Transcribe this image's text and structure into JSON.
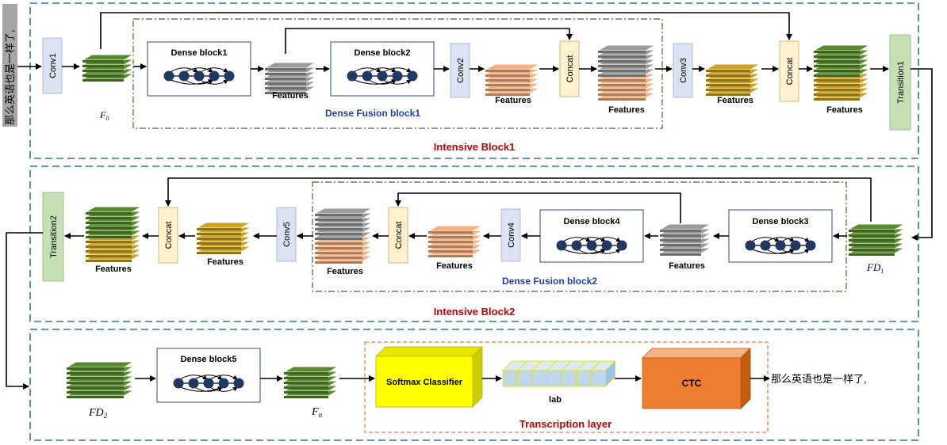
{
  "input_text": "那么英语也是一样了,",
  "output_text": "那么英语也是一样了,",
  "f0": "F",
  "f0_sub": "0",
  "fd1": "FD",
  "fd1_sub": "1",
  "fd2": "FD",
  "fd2_sub": "2",
  "fn": "F",
  "fn_sub": "n",
  "row1": {
    "conv1": "Conv1",
    "dense_block1": "Dense block1",
    "dense_block2": "Dense block2",
    "conv2": "Conv2",
    "concat_a": "Concat",
    "conv3": "Conv3",
    "concat_b": "Concat",
    "transition1": "Transition1",
    "features_1": "Features",
    "features_2": "Features",
    "features_3": "Features",
    "features_4": "Features",
    "features_5": "Features",
    "fusion_label": "Dense Fusion block1",
    "section_label": "Intensive Block1"
  },
  "row2": {
    "transition2": "Transition2",
    "concat_a": "Concat",
    "conv5": "Conv5",
    "concat_b": "Concat",
    "conv4": "Conv4",
    "dense_block4": "Dense block4",
    "dense_block3": "Dense block3",
    "features_1": "Features",
    "features_2": "Features",
    "features_3": "Features",
    "features_4": "Features",
    "features_5": "Features",
    "fusion_label": "Dense Fusion block2",
    "section_label": "Intensive Block2"
  },
  "row3": {
    "dense_block5": "Dense block5",
    "softmax": "Softmax Classifier",
    "lab": "lab",
    "ctc": "CTC",
    "section_label": "Transcription layer"
  },
  "colors": {
    "dash_blue": "#2e74a8",
    "fusion_border": "#4f6228",
    "transcription_border": "#e07a4a",
    "section_label": "#c00000",
    "fusion_label": "#1f3fb8",
    "conv_fill": "#dbe3f3",
    "concat_fill": "#fff2cc",
    "transition_fill": "#c5e0b4",
    "green_stack": "#5a8a30",
    "gray_stack": "#9b9b9b",
    "salmon_stack": "#f4b183",
    "gold_stack": "#c9a227",
    "node": "#1f3864",
    "softmax": "#ffff00",
    "ctc": "#ed7d31",
    "lab": "#bdd7ee"
  }
}
